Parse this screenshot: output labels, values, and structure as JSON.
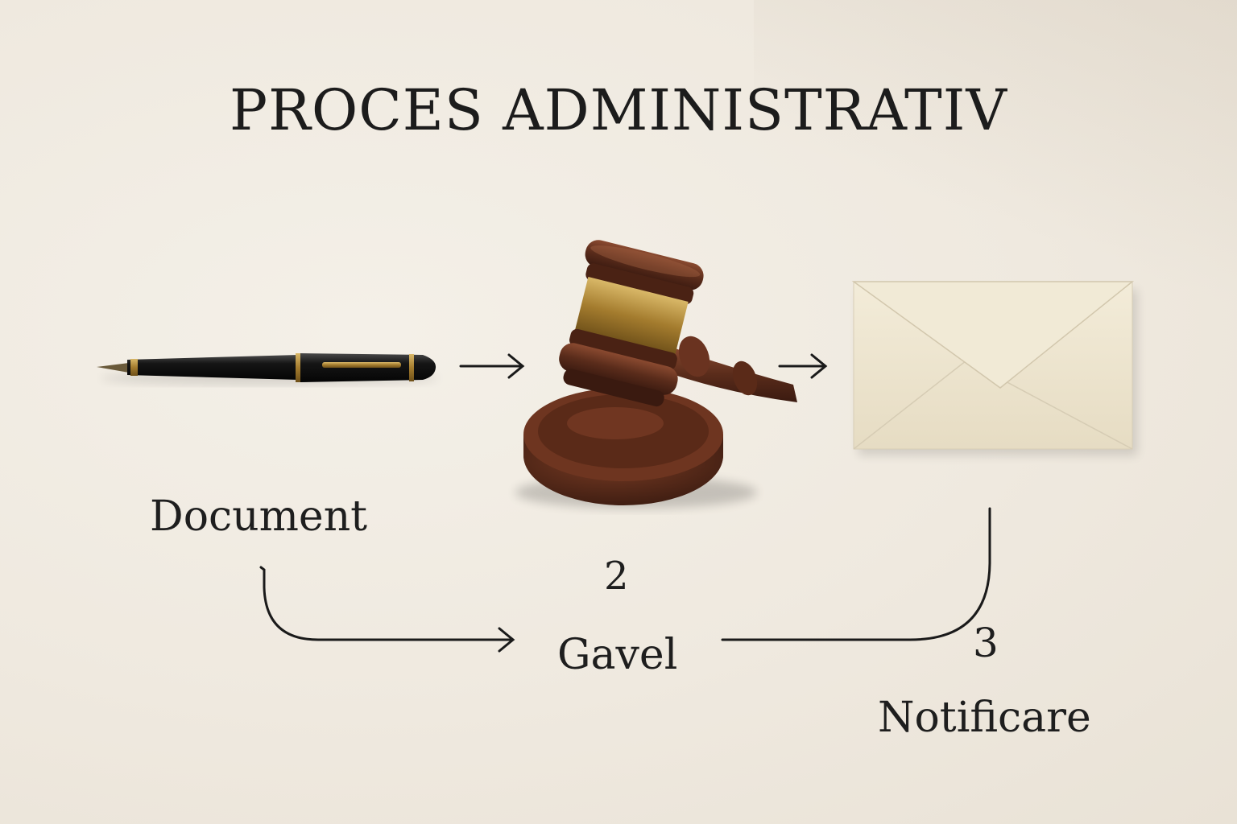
{
  "title": "PROCES ADMINISTRATIV",
  "steps": [
    {
      "label": "Document",
      "icon": "pen-icon"
    },
    {
      "number": "2",
      "label": "Gavel",
      "icon": "gavel-icon"
    },
    {
      "number": "3",
      "label": "Notificare",
      "icon": "envelope-icon"
    }
  ],
  "colors": {
    "background": "#efe9df",
    "text": "#1c1c1c",
    "wood": "#5a2e1e",
    "brass": "#b08a3e",
    "envelope": "#ece4cf"
  }
}
